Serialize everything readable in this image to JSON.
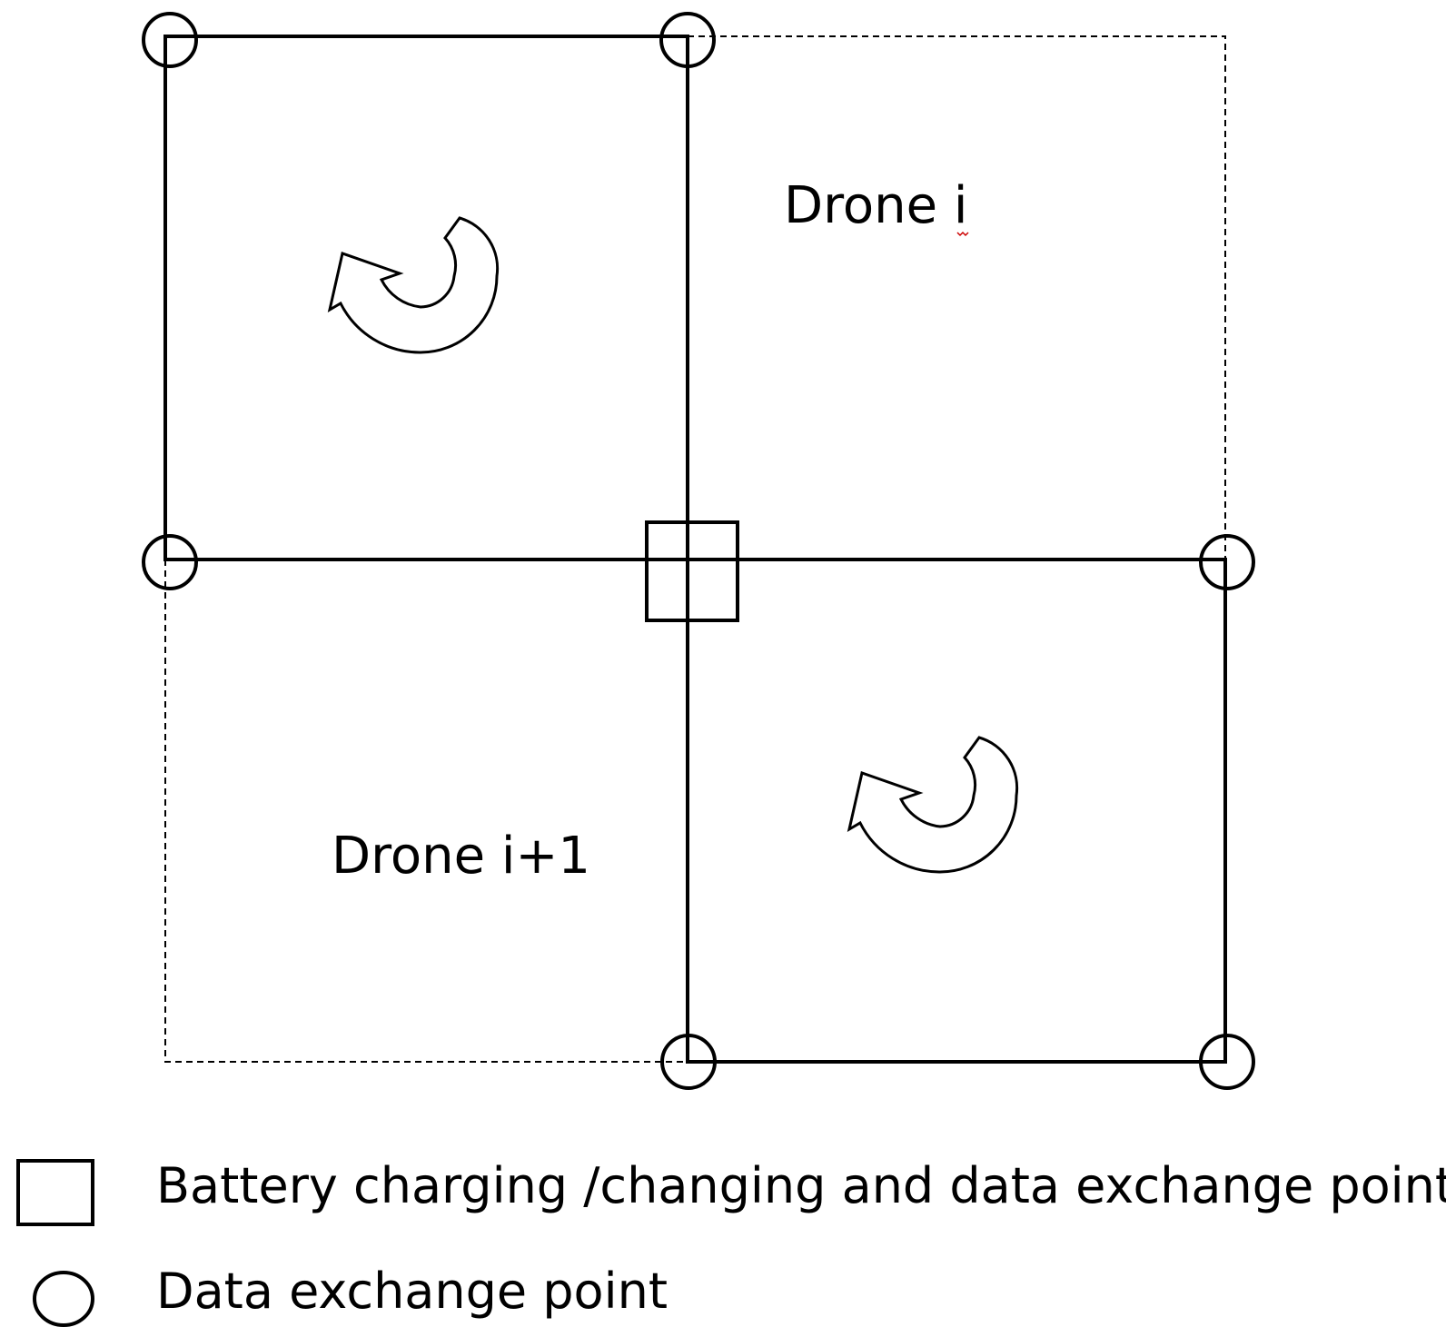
{
  "regions": [
    {
      "id": "drone-i",
      "label": "Drone i"
    },
    {
      "id": "drone-i-plus-1",
      "label": "Drone i+1"
    }
  ],
  "legend": [
    {
      "symbol": "square",
      "label": "Battery charging /changing and data exchange point"
    },
    {
      "symbol": "circle",
      "label": "Data exchange point"
    }
  ],
  "colors": {
    "stroke": "#000000",
    "background": "#ffffff",
    "spellcheck": "#cc0000"
  },
  "icons": {
    "rotation": "circular-arrow-icon",
    "data_point": "circle-marker-icon",
    "charging_point": "square-marker-icon"
  }
}
